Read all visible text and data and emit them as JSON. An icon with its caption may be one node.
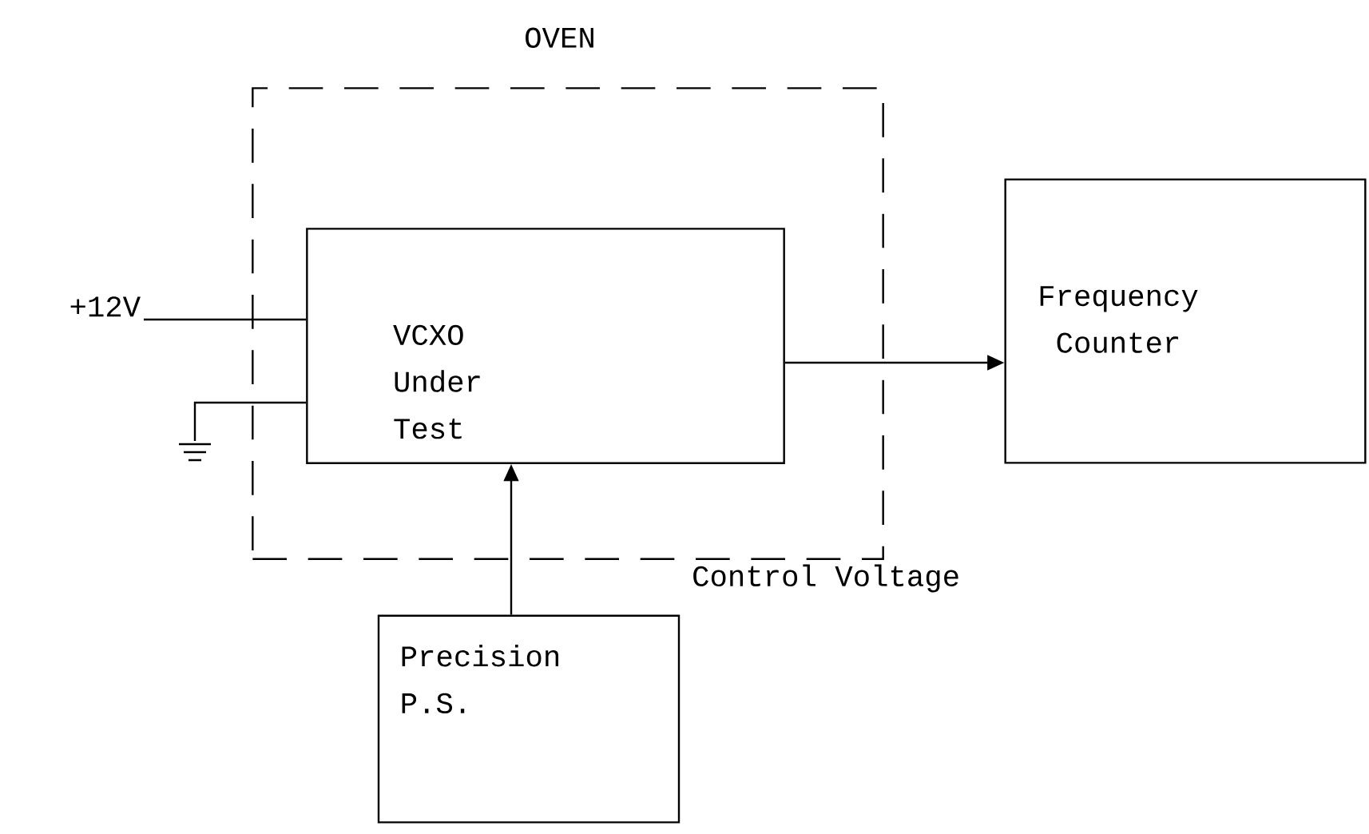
{
  "diagram": {
    "nodes": [
      {
        "text": [
          "OVEN"
        ]
      },
      {
        "text": [
          "VCXO Under Test"
        ],
        "in": 0
      },
      {
        "text": [
          "Frequency Counter"
        ]
      },
      {
        "text": [
          "Precision P.S."
        ]
      },
      {
        "text": [
          "+12V"
        ]
      },
      {
        "text": [],
        "shape": "ground"
      }
    ],
    "edges": [
      {
        "from": 1,
        "to": 2,
        "arrow": "to"
      },
      {
        "from": 3,
        "to": 1,
        "arrow": "to"
      },
      {
        "from": 4,
        "to": 1,
        "arrow": "none"
      },
      {
        "from": 5,
        "to": 1,
        "arrow": "none"
      }
    ],
    "labels": [
      "Control Voltage"
    ]
  }
}
